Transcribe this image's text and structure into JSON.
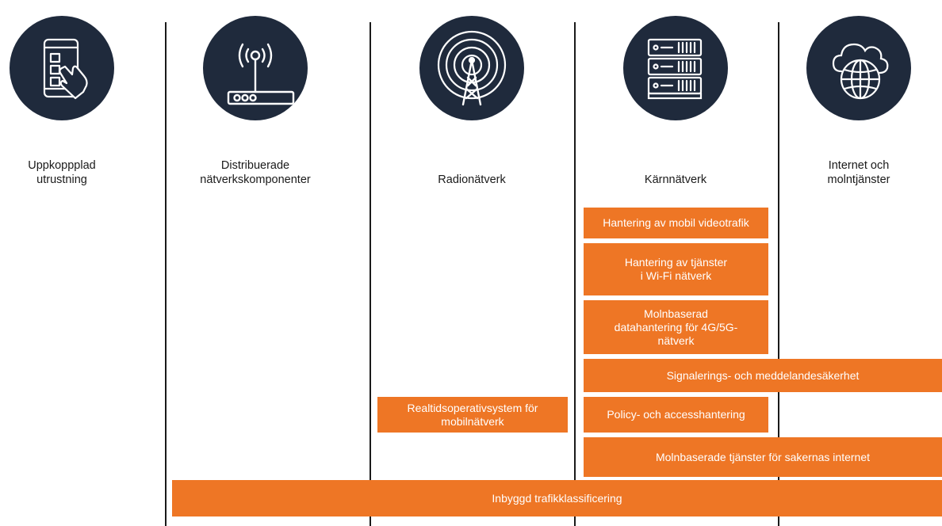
{
  "columns": [
    {
      "label": "Uppkoppplad\nutrustning",
      "icon": "smartphone-touch-icon"
    },
    {
      "label": "Distribuerade\nnätverkskomponenter",
      "icon": "router-icon"
    },
    {
      "label": "Radionätverk",
      "icon": "radio-tower-icon"
    },
    {
      "label": "Kärnnätverk",
      "icon": "server-rack-icon"
    },
    {
      "label": "Internet och\nmolntjänster",
      "icon": "cloud-globe-icon"
    }
  ],
  "boxes": [
    {
      "text": "Hantering av mobil videotrafik"
    },
    {
      "text": "Hantering av tjänster\n i Wi-Fi nätverk"
    },
    {
      "text": "Molnbaserad\ndatahantering för 4G/5G-\nnätverk"
    },
    {
      "text": "Signalerings- och meddelandesäkerhet"
    },
    {
      "text": "Realtidsoperativsystem för\nmobilnätverk"
    },
    {
      "text": "Policy- och accesshantering"
    },
    {
      "text": "Molnbaserade tjänster för sakernas internet"
    },
    {
      "text": "Inbyggd trafikklassificering"
    }
  ],
  "colors": {
    "accent": "#ee7625",
    "icon_bg": "#1f2a3c",
    "line": "#1a1a1a"
  }
}
